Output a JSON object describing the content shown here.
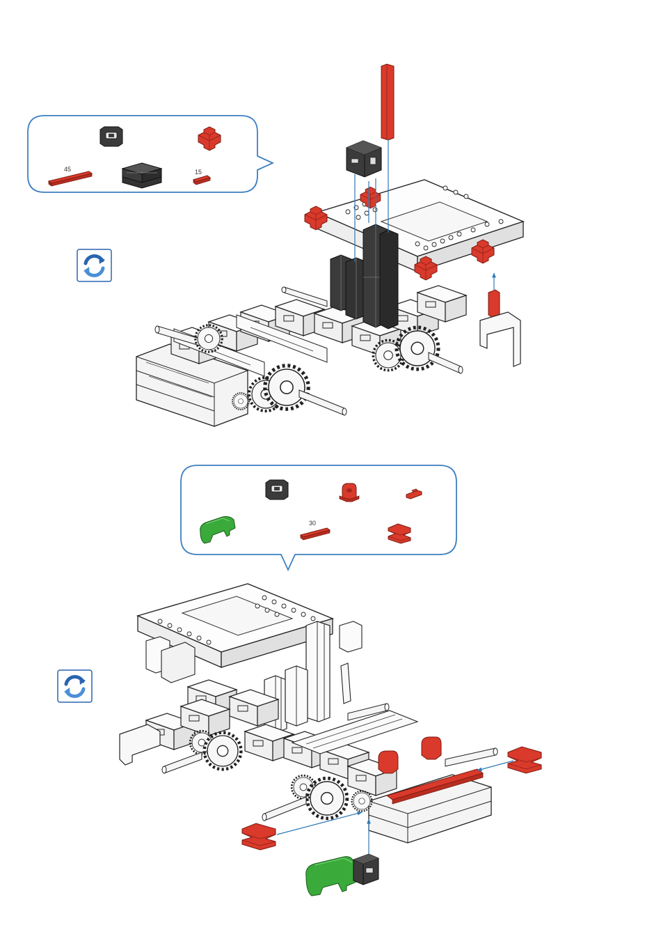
{
  "colors": {
    "callout_border": "#3d7fc1",
    "guide_line": "#2f79b5",
    "part_red": "#d93a2b",
    "part_dark": "#3b3b3b",
    "part_green": "#3aaa3a",
    "rotate_icon_blue": "#2a64b0"
  },
  "step1": {
    "parts": [
      {
        "icon": "dark-connector-block-icon"
      },
      {
        "icon": "red-cross-block-icon"
      },
      {
        "icon": "red-strut-icon",
        "label": "45"
      },
      {
        "icon": "dark-building-block-pair-icon"
      },
      {
        "icon": "red-strut-icon",
        "label": "15"
      }
    ],
    "rotate_icon": "rotate-model-icon"
  },
  "step2": {
    "parts": [
      {
        "icon": "dark-connector-block-icon"
      },
      {
        "icon": "red-angle-block-icon"
      },
      {
        "icon": "red-small-clip-icon"
      },
      {
        "icon": "green-flap-icon"
      },
      {
        "icon": "red-strut-icon",
        "label": "30"
      },
      {
        "icon": "red-double-clip-icon"
      }
    ],
    "rotate_icon": "rotate-model-icon"
  }
}
